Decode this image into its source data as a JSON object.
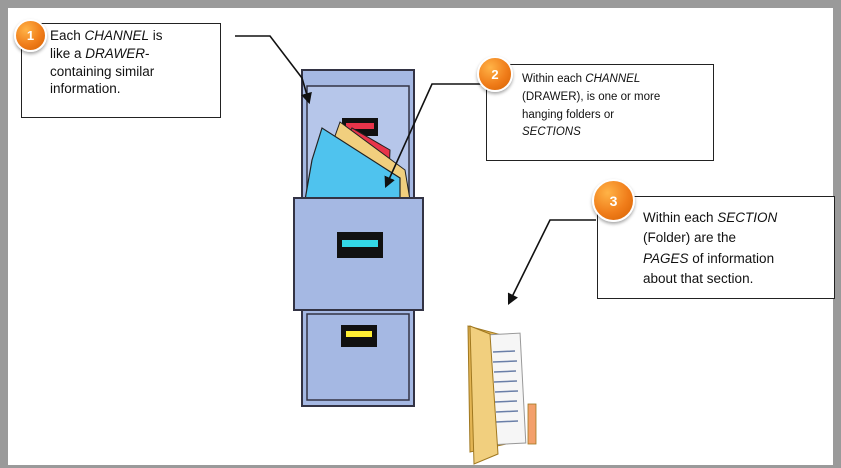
{
  "callout1": {
    "number": "1",
    "line1_prefix": "Each ",
    "line1_em": "CHANNEL",
    "line1_suffix": " is",
    "line2_prefix": "like a ",
    "line2_em": "DRAWER",
    "line2_suffix": "-",
    "line3": "containing similar",
    "line4": "information."
  },
  "callout2": {
    "number": "2",
    "line1_prefix": "Within each ",
    "line1_em": "CHANNEL",
    "line2": "(DRAWER), is one or more",
    "line3": "hanging folders or",
    "line4_em": "SECTIONS"
  },
  "callout3": {
    "number": "3",
    "line1_prefix": "Within each ",
    "line1_em": "SECTION",
    "line2": "(Folder) are the",
    "line3_em": "PAGES",
    "line3_suffix": " of information",
    "line4": "about that section."
  },
  "colors": {
    "cabinet": "#a5b8e3",
    "badge": "#f07d1a",
    "folder_blue": "#4fc3ee",
    "folder_yellow": "#f1cf7e",
    "handle_red": "#e8344a",
    "handle_cyan": "#33d7e6",
    "handle_yellow": "#ffee33"
  }
}
